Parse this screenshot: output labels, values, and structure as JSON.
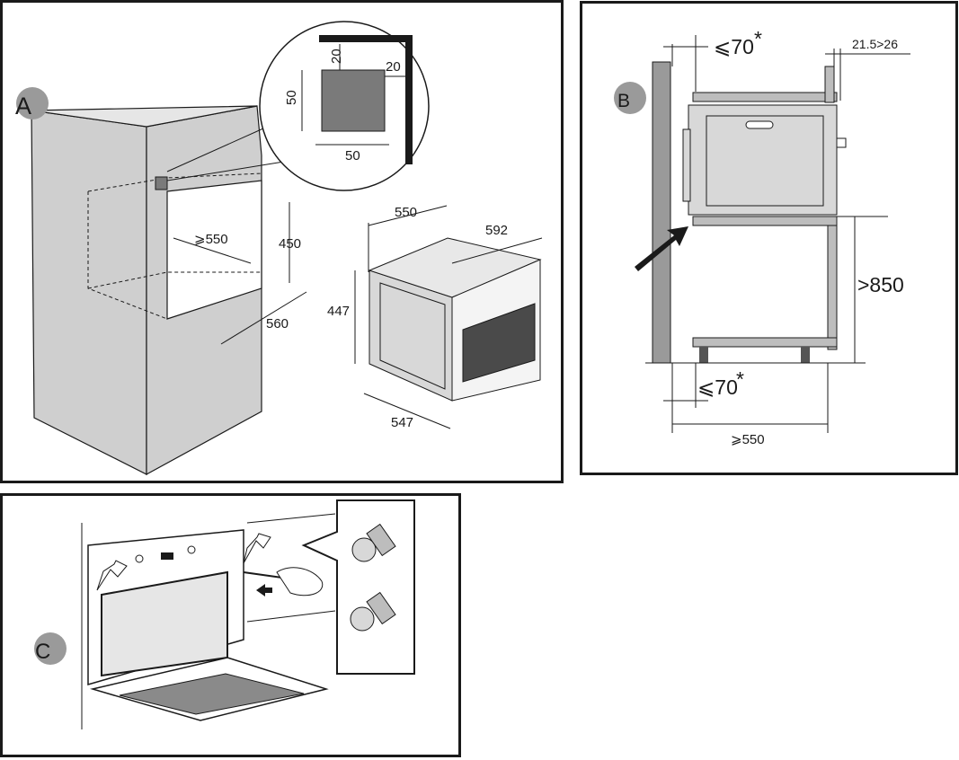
{
  "panels": {
    "a": {
      "label": "A",
      "dims": {
        "detail_top": "20",
        "detail_right": "20",
        "detail_left": "50",
        "detail_bottom": "50",
        "niche_width": "⩾550",
        "niche_height": "450",
        "niche_depth": "560",
        "oven_width": "550",
        "oven_depth": "592",
        "oven_height": "447",
        "oven_body_depth": "547"
      }
    },
    "b": {
      "label": "B",
      "dims": {
        "top_gap": "⩽70",
        "top_gap_star": "*",
        "top_right": "21.5>26",
        "height": ">850",
        "bottom_gap": "⩽70",
        "bottom_gap_star": "*",
        "depth": "⩾550"
      }
    },
    "c": {
      "label": "C"
    }
  },
  "colors": {
    "line": "#1a1a1a",
    "wall_fill": "#cfcfcf",
    "badge_fill": "#9a9a9a",
    "oven_fill": "#d8d8d8"
  }
}
